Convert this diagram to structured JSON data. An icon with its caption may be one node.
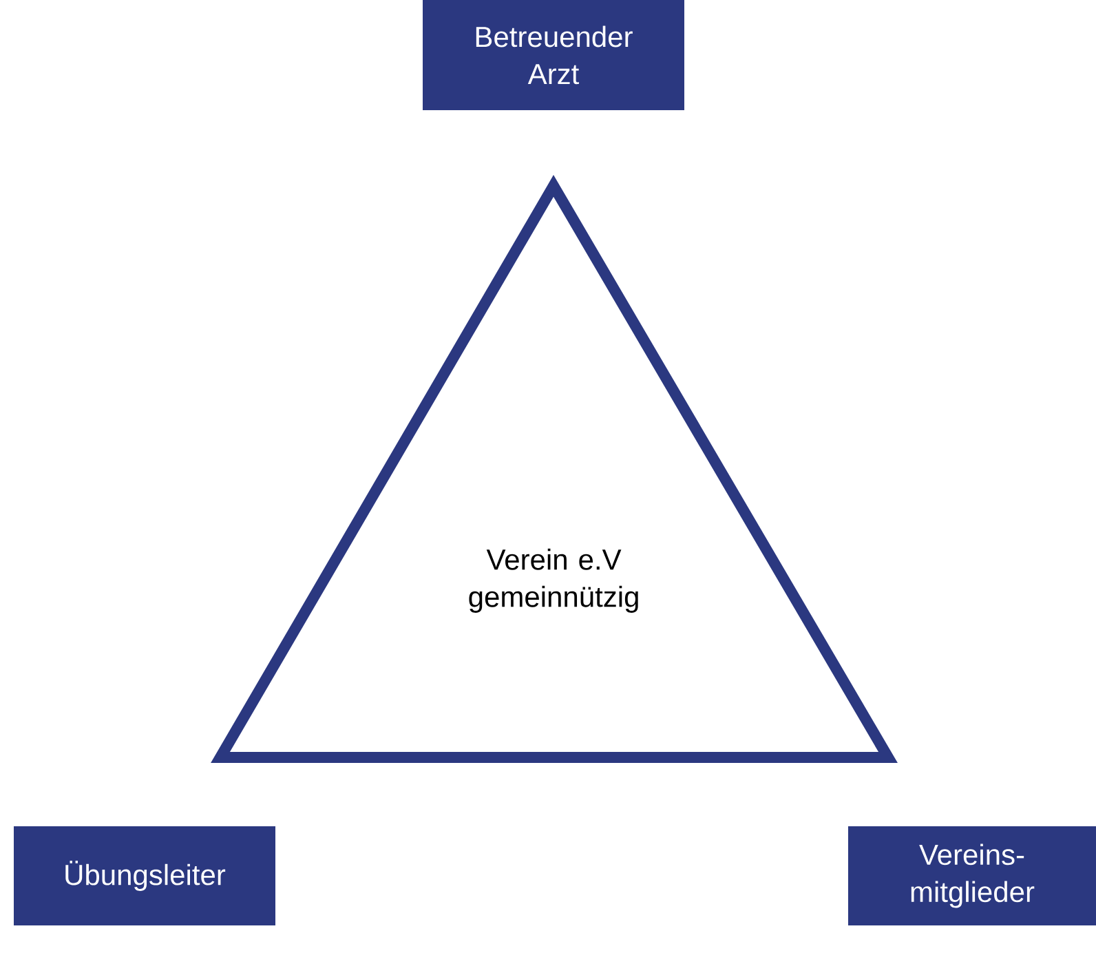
{
  "diagram": {
    "nodes": [
      {
        "text": [
          "Verein e.V gemeinnützig"
        ]
      },
      {
        "text": [
          "Betreuender Arzt"
        ]
      },
      {
        "text": [
          "Übungsleiter"
        ]
      },
      {
        "text": [
          "Vereins- mitglieder"
        ]
      }
    ]
  }
}
